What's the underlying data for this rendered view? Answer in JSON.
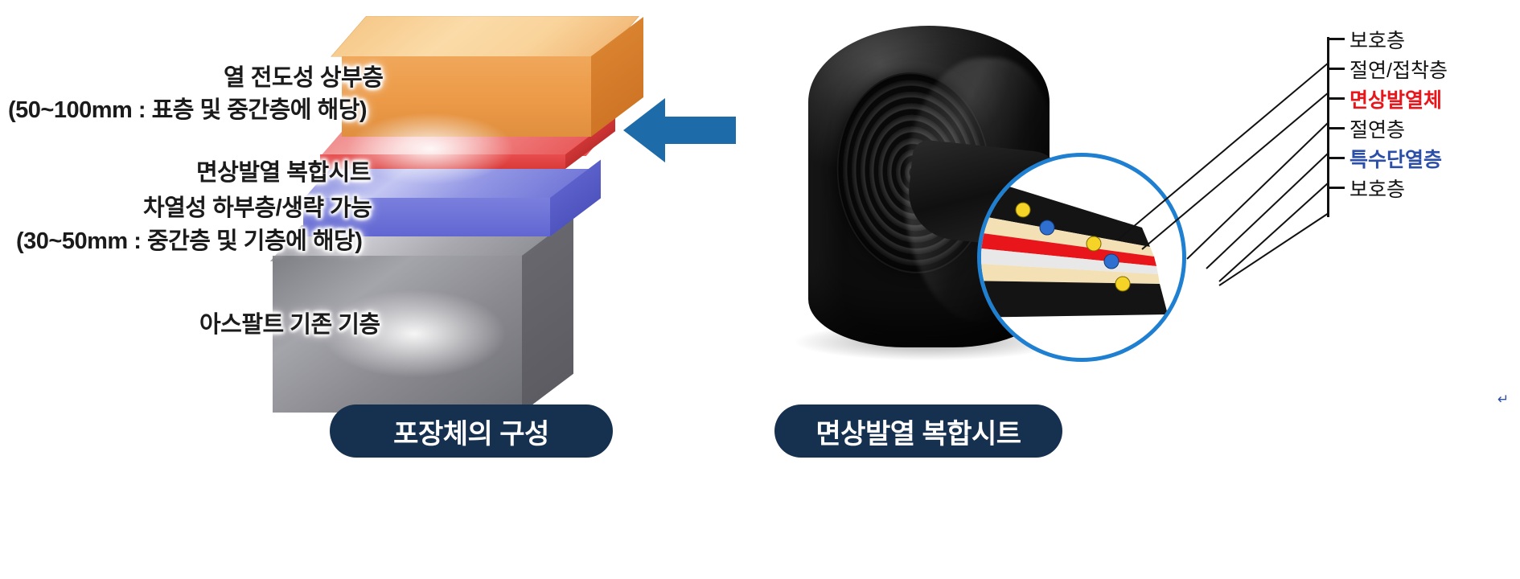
{
  "diagram": {
    "title_left": "포장체의 구성",
    "title_right": "면상발열 복합시트"
  },
  "left_stack": {
    "layers": [
      {
        "name": "thermal-conductive-upper-layer",
        "label_line1": "열 전도성 상부층",
        "label_line2": "(50~100mm : 표층 및 중간층에 해당)",
        "color": "#f0a75a"
      },
      {
        "name": "planar-heating-composite-sheet",
        "label_line1": "면상발열 복합시트",
        "label_line2": "",
        "color": "#e94d4d"
      },
      {
        "name": "heat-shielding-lower-layer",
        "label_line1": "차열성 하부층/생략 가능",
        "label_line2": "(30~50mm : 중간층 및 기층에 해당)",
        "color": "#7a7fdd"
      },
      {
        "name": "existing-asphalt-base",
        "label_line1": "아스팔트 기존 기층",
        "label_line2": "",
        "color": "#8a8a90"
      }
    ]
  },
  "arrow": {
    "name": "left-pointing-arrow",
    "color": "#1d6ba8"
  },
  "roll": {
    "name": "black-sheet-roll-photo",
    "alt": "면상발열 복합시트 롤"
  },
  "magnifier": {
    "name": "cross-section-magnifier",
    "border_color": "#1f7fd0",
    "stripes": [
      {
        "label": "보호층",
        "color": "#111111"
      },
      {
        "label": "절연/접착층",
        "color": "#f3e0b5"
      },
      {
        "label": "면상발열체",
        "color": "#e8161b"
      },
      {
        "label": "절연층",
        "color": "#e6e6e6"
      },
      {
        "label": "특수단열층",
        "color": "#f3e0b5"
      },
      {
        "label": "보호층",
        "color": "#111111"
      }
    ],
    "dots": [
      {
        "color": "#f5d327"
      },
      {
        "color": "#2f6fd0"
      },
      {
        "color": "#f5d327"
      },
      {
        "color": "#2f6fd0"
      },
      {
        "color": "#f5d327"
      }
    ]
  },
  "legend": {
    "items": [
      {
        "label": "보호층",
        "style": "plain"
      },
      {
        "label": "절연/접착층",
        "style": "plain"
      },
      {
        "label": "면상발열체",
        "style": "red"
      },
      {
        "label": "절연층",
        "style": "plain"
      },
      {
        "label": "특수단열층",
        "style": "blue"
      },
      {
        "label": "보호층",
        "style": "plain"
      }
    ]
  },
  "misc": {
    "pilcrow": "↵"
  }
}
